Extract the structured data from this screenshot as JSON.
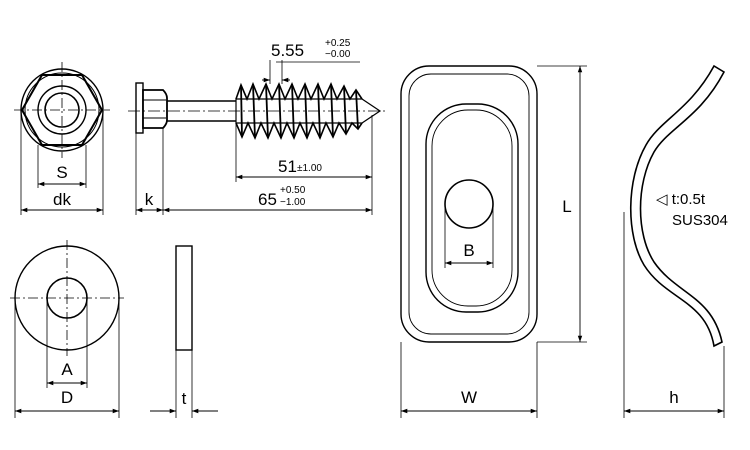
{
  "bolt_head": {
    "s_label": "S",
    "dk_label": "dk"
  },
  "bolt_side": {
    "k_label": "k",
    "thread_main": "5.55",
    "thread_tol_upper": "+0.25",
    "thread_tol_lower": "−0.00",
    "thread_len_main": "51",
    "thread_len_tol": "±1.00",
    "total_len_main": "65",
    "total_len_tol_upper": "+0.50",
    "total_len_tol_lower": "−1.00"
  },
  "washer": {
    "a_label": "A",
    "d_label": "D",
    "t_label": "t"
  },
  "plate": {
    "b_label": "B",
    "w_label": "W",
    "l_label": "L",
    "h_label": "h",
    "thickness_note": "◁ t:0.5t",
    "material": "SUS304"
  }
}
